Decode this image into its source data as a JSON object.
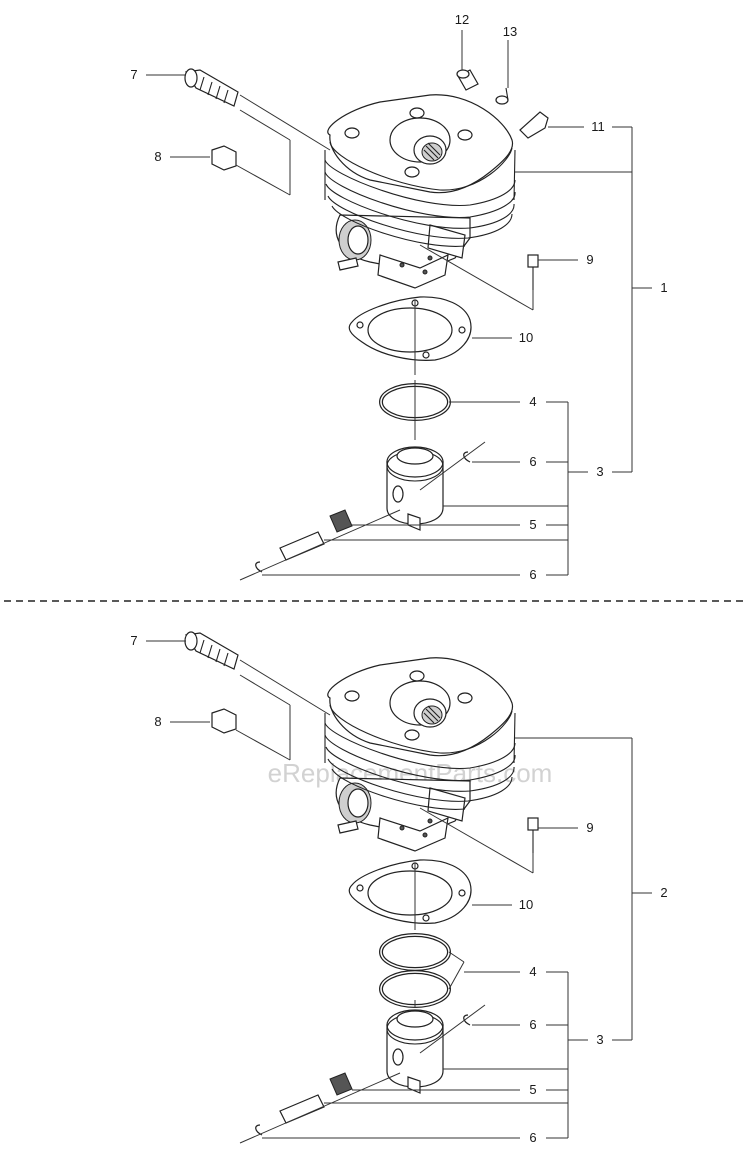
{
  "watermark": "eReplacementParts.com",
  "top_labels": {
    "l12": "12",
    "l13": "13",
    "l7": "7",
    "l11": "11",
    "l8": "8",
    "l9": "9",
    "l1": "1",
    "l10": "10",
    "l4": "4",
    "l6a": "6",
    "l3": "3",
    "l5": "5",
    "l6b": "6"
  },
  "bottom_labels": {
    "l7": "7",
    "l8": "8",
    "l9": "9",
    "l2": "2",
    "l10": "10",
    "l4": "4",
    "l6a": "6",
    "l3": "3",
    "l5": "5",
    "l6b": "6"
  }
}
